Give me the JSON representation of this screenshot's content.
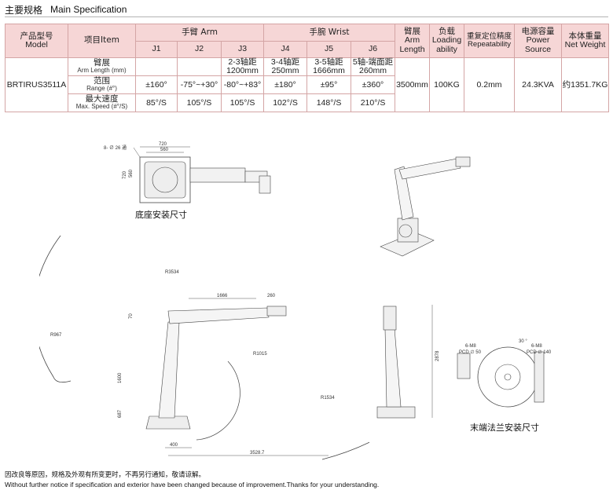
{
  "header": {
    "title_cn": "主要规格",
    "title_en": "Main Specification"
  },
  "table": {
    "col_model_cn": "产品型号",
    "col_model_en": "Model",
    "col_item": "项目Item",
    "col_arm_group": "手臂 Arm",
    "col_wrist_group": "手腕 Wrist",
    "col_arm_length": [
      "臂展",
      "Arm",
      "Length"
    ],
    "col_loading": [
      "负载",
      "Loading",
      "ability"
    ],
    "col_repeat_cn": "重复定位精度",
    "col_repeat_en": "Repeatability",
    "col_power": [
      "电源容量",
      "Power",
      "Source"
    ],
    "col_weight_cn": "本体重量",
    "col_weight_en": "Net Weight",
    "joints": [
      "J1",
      "J2",
      "J3",
      "J4",
      "J5",
      "J6"
    ],
    "model": "BRTIRUS3511A",
    "rows": [
      {
        "label_cn": "臂展",
        "label_en": "Arm Length (mm)",
        "values": [
          "",
          "",
          "2-3轴距 1200mm",
          "3-4轴距 250mm",
          "3-5轴距 1666mm",
          "5轴-端面距 260mm"
        ]
      },
      {
        "label_cn": "范围",
        "label_en": "Range (#°)",
        "values": [
          "±160°",
          "-75°~+30°",
          "-80°~+83°",
          "±180°",
          "±95°",
          "±360°"
        ]
      },
      {
        "label_cn": "最大速度",
        "label_en": "Max. Speed (#°/S)",
        "values": [
          "85°/S",
          "105°/S",
          "105°/S",
          "102°/S",
          "148°/S",
          "210°/S"
        ]
      }
    ],
    "arm_length_value": "3500mm",
    "loading_value": "100KG",
    "repeat_value": "0.2mm",
    "power_value": "24.3KVA",
    "weight_value": "约1351.7KG"
  },
  "drawings": {
    "base_caption": "底座安装尺寸",
    "flange_caption": "末端法兰安装尺寸",
    "base_dims": {
      "holes": "8- ∅ 26 通",
      "width_outer": "720",
      "width_inner": "560",
      "height_outer": "720",
      "height_inner": "560"
    },
    "workspace_dims": {
      "r_outer": "R3534",
      "r_inner": "R967",
      "r_mid": "R1015",
      "r_lower": "R1534",
      "arm": "1666",
      "wrist": "260",
      "vertical_1": "1600",
      "vertical_2": "687",
      "small": "70",
      "base_offset": "400",
      "reach": "3528.7"
    },
    "side_dims": {
      "height": "2878"
    },
    "flange_dims": {
      "m8_left": "6-M8",
      "pcd50": "PCD ∅ 50",
      "angle": "30 °",
      "m8_right": "6-M8",
      "pcd140": "PCD ∅ 140"
    }
  },
  "footer": {
    "cn": "因改良等原因，规格及外观有所变更时，不再另行通知，敬请谅解。",
    "en": "Without further notice if specification and exterior have been changed because of improvement.Thanks for your understanding."
  }
}
